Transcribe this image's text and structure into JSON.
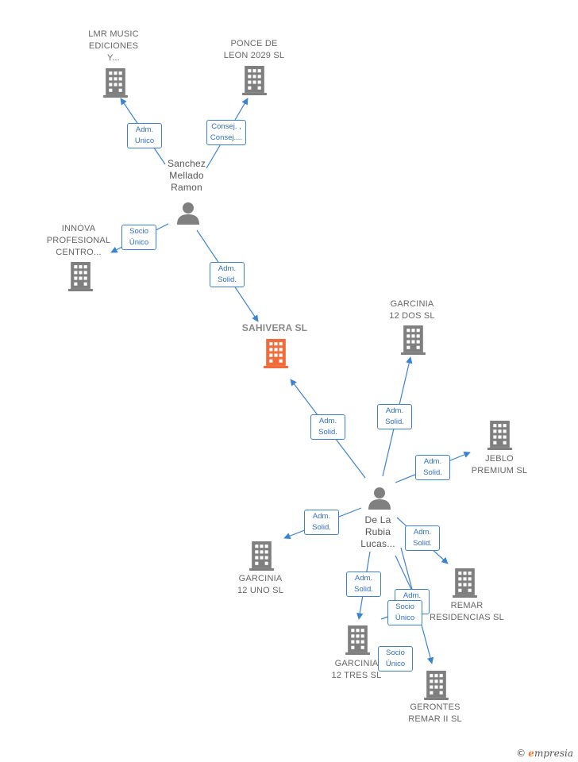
{
  "colors": {
    "company": "#7f7f7f",
    "focus": "#f26b3a",
    "person": "#808080",
    "edge": "#3b82d6"
  },
  "nodes": {
    "lmr": {
      "label": "LMR MUSIC\nEDICIONES\nY...",
      "type": "company-icon"
    },
    "ponce": {
      "label": "PONCE DE\nLEON 2029  SL",
      "type": "company-icon"
    },
    "sanchez": {
      "label": "Sanchez\nMellado\nRamon",
      "type": "person-icon"
    },
    "innova": {
      "label": "INNOVA\nPROFESIONAL\nCENTRO...",
      "type": "company-icon"
    },
    "sahivera": {
      "label": "SAHIVERA  SL",
      "type": "company-icon"
    },
    "garcinia2": {
      "label": "GARCINIA\n12 DOS  SL",
      "type": "company-icon"
    },
    "jeblo": {
      "label": "JEBLO\nPREMIUM  SL",
      "type": "company-icon"
    },
    "delarubia": {
      "label": "De La\nRubia\nLucas...",
      "type": "person-icon"
    },
    "garcinia1": {
      "label": "GARCINIA\n12 UNO  SL",
      "type": "company-icon"
    },
    "remar": {
      "label": "REMAR\nRESIDENCIAS SL",
      "type": "company-icon"
    },
    "garcinia3": {
      "label": "GARCINIA\n12 TRES  SL",
      "type": "company-icon"
    },
    "gerontes": {
      "label": "GERONTES\nREMAR II SL",
      "type": "company-icon"
    }
  },
  "edges": {
    "sanchez_lmr": "Adm.\nUnico",
    "sanchez_ponce": "Consej. ,\nConsej....",
    "sanchez_innova": "Socio\nÚnico",
    "sanchez_sahivera": "Adm.\nSolid.",
    "rubia_sahivera": "Adm.\nSolid.",
    "rubia_garcinia2": "Adm.\nSolid.",
    "rubia_jeblo": "Adm.\nSolid.",
    "rubia_garcinia1": "Adm.\nSolid.",
    "rubia_remar": "Adm.\nSolid.",
    "rubia_garcinia3": "Adm.\nSolid.",
    "rubia_remar_socio": "Socio\nÚnico",
    "rubia_gerontes": "Socio\nÚnico",
    "rubia_hidden": "Adm.\nSolid."
  },
  "brand": {
    "copyright": "©",
    "first_letter": "e",
    "rest": "mpresia"
  }
}
